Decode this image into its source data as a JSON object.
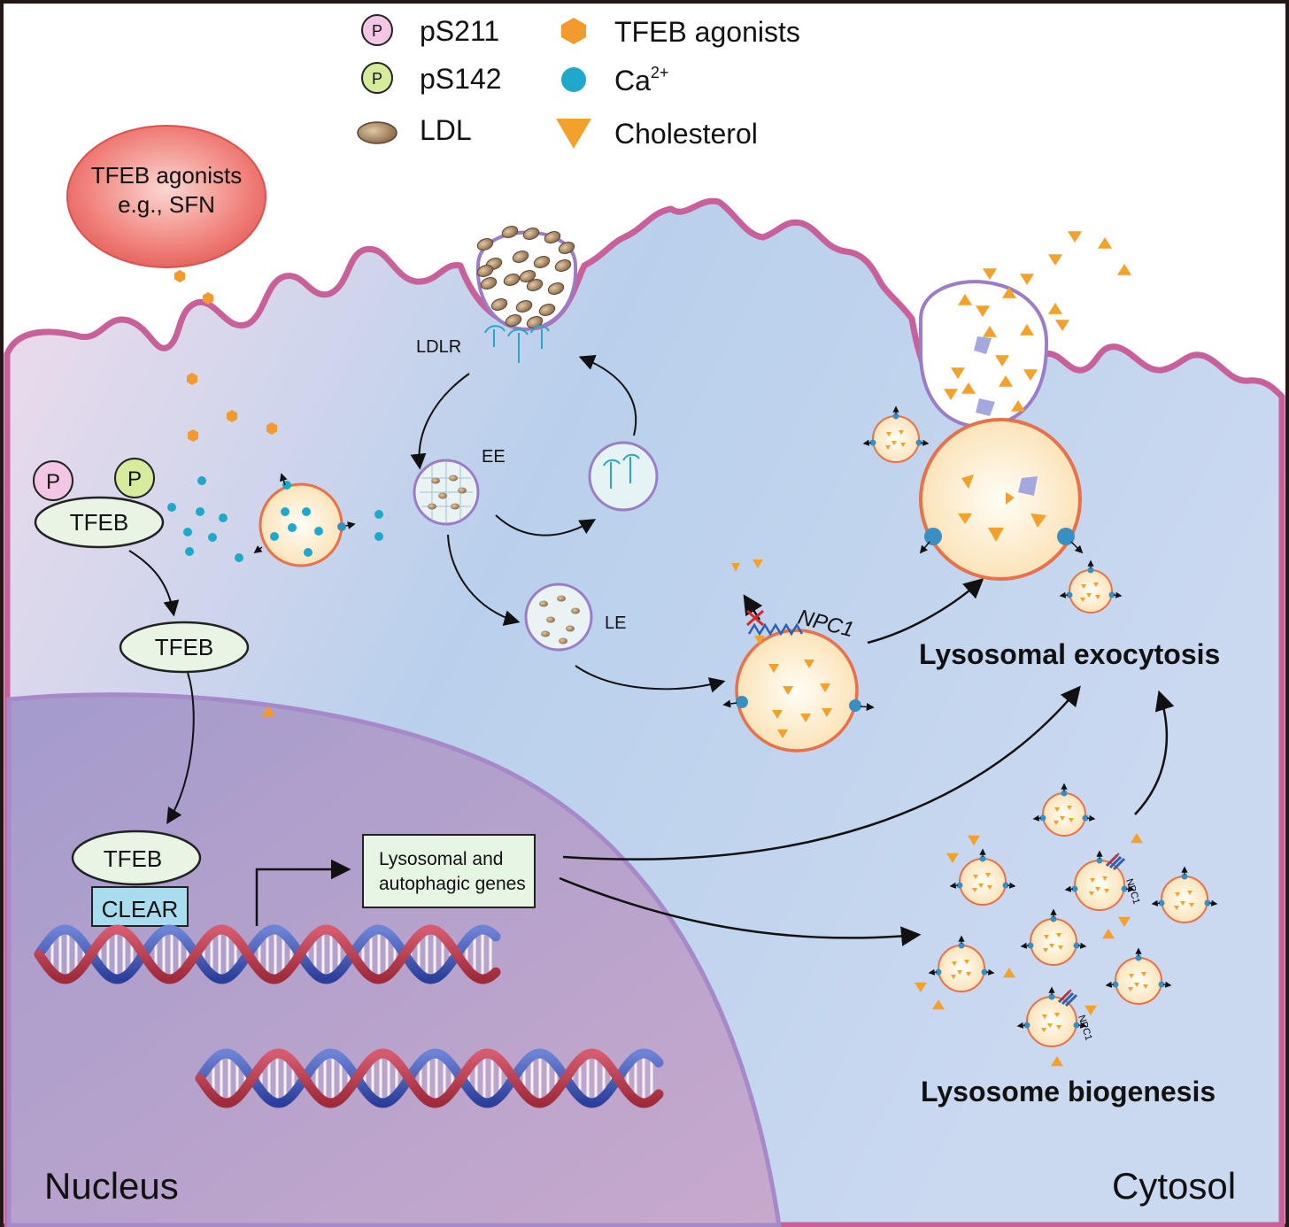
{
  "legend": {
    "pS211": "pS211",
    "pS142": "pS142",
    "ldl": "LDL",
    "agonists": "TFEB agonists",
    "calcium_base": "Ca",
    "calcium_sup": "2+",
    "cholesterol": "Cholesterol",
    "p_letter": "P"
  },
  "agonist_bubble": {
    "line1": "TFEB agonists",
    "line2": "e.g., SFN"
  },
  "tfeb": {
    "cytoplasm": "TFEB",
    "translocating": "TFEB",
    "nuclear": "TFEB",
    "clear": "CLEAR",
    "p_letter": "P"
  },
  "genes_box": {
    "line1": "Lysosomal and",
    "line2": "autophagic genes"
  },
  "endocytosis": {
    "ldlr": "LDLR",
    "ee": "EE",
    "le": "LE",
    "npc1": "NPC1",
    "npc1_small": "NPC1"
  },
  "outcomes": {
    "exocytosis": "Lysosomal exocytosis",
    "biogenesis": "Lysosome biogenesis"
  },
  "regions": {
    "nucleus": "Nucleus",
    "cytosol": "Cytosol"
  },
  "colors": {
    "pS211": "#f3c6e6",
    "pS142": "#d5ec9c",
    "agonist": "#f29a2e",
    "calcium": "#1fa8c9",
    "cholesterol": "#f2a12a",
    "lysosome_fill": "#fde9c6",
    "lysosome_edge": "#e8714a",
    "membrane": "#c8609a",
    "clear_box": "#a9dcef",
    "genes_box": "#e7f5e4"
  }
}
